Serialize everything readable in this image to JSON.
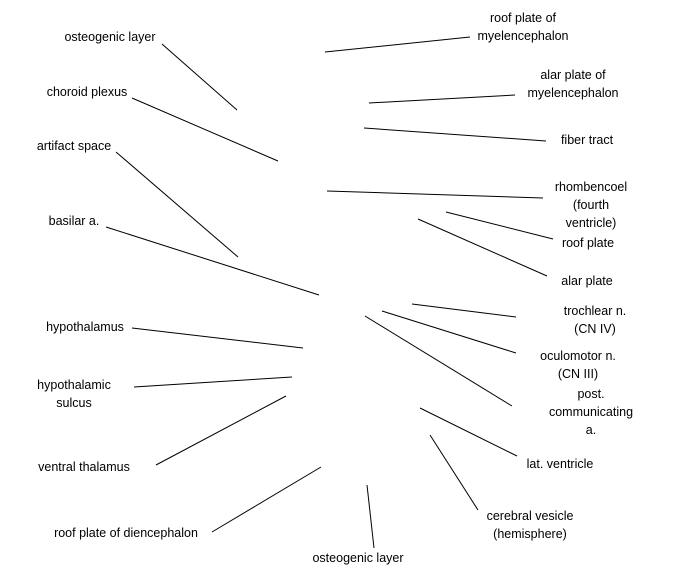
{
  "labels": [
    {
      "text": "osteogenic layer"
    },
    {
      "text": "choroid plexus"
    },
    {
      "text": "artifact space"
    },
    {
      "text": "basilar a."
    },
    {
      "text": "hypothalamus"
    },
    {
      "text": "hypothalamic\nsulcus"
    },
    {
      "text": "ventral thalamus"
    },
    {
      "text": "roof plate of diencephalon"
    },
    {
      "text": "osteogenic layer"
    },
    {
      "text": "roof plate of\nmyelencephalon"
    },
    {
      "text": "alar plate of\nmyelencephalon"
    },
    {
      "text": "fiber tract"
    },
    {
      "text": "rhombencoel\n(fourth ventricle)"
    },
    {
      "text": "roof plate"
    },
    {
      "text": "alar plate"
    },
    {
      "text": "trochlear n. (CN IV)"
    },
    {
      "text": "oculomotor n.\n(CN III)"
    },
    {
      "text": "post. communicating a."
    },
    {
      "text": "lat. ventricle"
    },
    {
      "text": "cerebral vesicle\n(hemisphere)"
    }
  ]
}
